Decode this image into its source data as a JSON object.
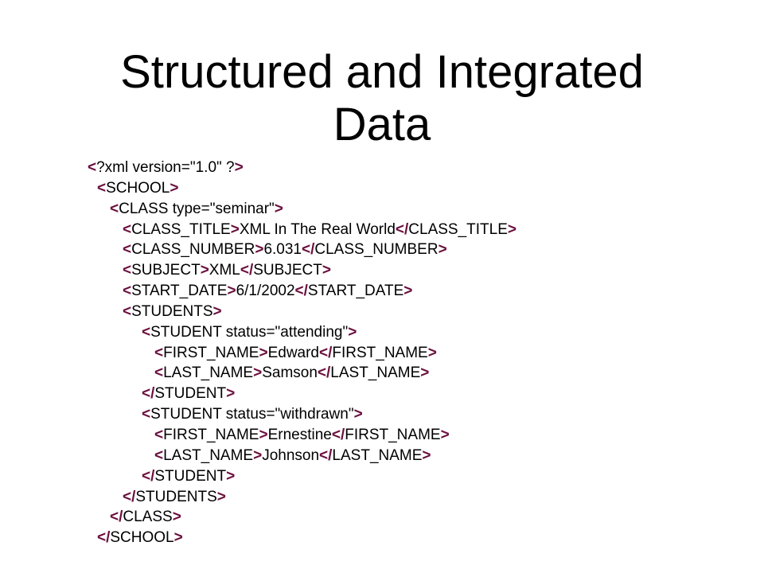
{
  "slide": {
    "title_line1": "Structured and Integrated",
    "title_line2": "Data",
    "lines": [
      {
        "indent": 0,
        "parts": [
          {
            "t": "<",
            "k": "tag"
          },
          {
            "t": "?xml version=\"1.0\" ?",
            "k": "txt"
          },
          {
            "t": ">",
            "k": "tag"
          }
        ]
      },
      {
        "indent": 1,
        "parts": [
          {
            "t": "<",
            "k": "tag"
          },
          {
            "t": "SCHOOL",
            "k": "txt"
          },
          {
            "t": ">",
            "k": "tag"
          }
        ]
      },
      {
        "indent": 2,
        "parts": [
          {
            "t": "<",
            "k": "tag"
          },
          {
            "t": "CLASS type=\"seminar\"",
            "k": "txt"
          },
          {
            "t": ">",
            "k": "tag"
          }
        ]
      },
      {
        "indent": 3,
        "parts": [
          {
            "t": "<",
            "k": "tag"
          },
          {
            "t": "CLASS_TITLE",
            "k": "txt"
          },
          {
            "t": ">",
            "k": "tag"
          },
          {
            "t": "XML In The Real World",
            "k": "txt"
          },
          {
            "t": "</",
            "k": "tag"
          },
          {
            "t": "CLASS_TITLE",
            "k": "txt"
          },
          {
            "t": ">",
            "k": "tag"
          }
        ]
      },
      {
        "indent": 3,
        "parts": [
          {
            "t": "<",
            "k": "tag"
          },
          {
            "t": "CLASS_NUMBER",
            "k": "txt"
          },
          {
            "t": ">",
            "k": "tag"
          },
          {
            "t": "6.031",
            "k": "txt"
          },
          {
            "t": "</",
            "k": "tag"
          },
          {
            "t": "CLASS_NUMBER",
            "k": "txt"
          },
          {
            "t": ">",
            "k": "tag"
          }
        ]
      },
      {
        "indent": 3,
        "parts": [
          {
            "t": "<",
            "k": "tag"
          },
          {
            "t": "SUBJECT",
            "k": "txt"
          },
          {
            "t": ">",
            "k": "tag"
          },
          {
            "t": "XML",
            "k": "txt"
          },
          {
            "t": "</",
            "k": "tag"
          },
          {
            "t": "SUBJECT",
            "k": "txt"
          },
          {
            "t": ">",
            "k": "tag"
          }
        ]
      },
      {
        "indent": 3,
        "parts": [
          {
            "t": "<",
            "k": "tag"
          },
          {
            "t": "START_DATE",
            "k": "txt"
          },
          {
            "t": ">",
            "k": "tag"
          },
          {
            "t": "6/1/2002",
            "k": "txt"
          },
          {
            "t": "</",
            "k": "tag"
          },
          {
            "t": "START_DATE",
            "k": "txt"
          },
          {
            "t": ">",
            "k": "tag"
          }
        ]
      },
      {
        "indent": 3,
        "parts": [
          {
            "t": "<",
            "k": "tag"
          },
          {
            "t": "STUDENTS",
            "k": "txt"
          },
          {
            "t": ">",
            "k": "tag"
          }
        ]
      },
      {
        "indent": 4,
        "parts": [
          {
            "t": "<",
            "k": "tag"
          },
          {
            "t": "STUDENT status=\"attending\"",
            "k": "txt"
          },
          {
            "t": ">",
            "k": "tag"
          }
        ]
      },
      {
        "indent": 5,
        "parts": [
          {
            "t": "<",
            "k": "tag"
          },
          {
            "t": "FIRST_NAME",
            "k": "txt"
          },
          {
            "t": ">",
            "k": "tag"
          },
          {
            "t": "Edward",
            "k": "txt"
          },
          {
            "t": "</",
            "k": "tag"
          },
          {
            "t": "FIRST_NAME",
            "k": "txt"
          },
          {
            "t": ">",
            "k": "tag"
          }
        ]
      },
      {
        "indent": 5,
        "parts": [
          {
            "t": "<",
            "k": "tag"
          },
          {
            "t": "LAST_NAME",
            "k": "txt"
          },
          {
            "t": ">",
            "k": "tag"
          },
          {
            "t": "Samson",
            "k": "txt"
          },
          {
            "t": "</",
            "k": "tag"
          },
          {
            "t": "LAST_NAME",
            "k": "txt"
          },
          {
            "t": ">",
            "k": "tag"
          }
        ]
      },
      {
        "indent": 4,
        "parts": [
          {
            "t": "</",
            "k": "tag"
          },
          {
            "t": "STUDENT",
            "k": "txt"
          },
          {
            "t": ">",
            "k": "tag"
          }
        ]
      },
      {
        "indent": 4,
        "parts": [
          {
            "t": "<",
            "k": "tag"
          },
          {
            "t": "STUDENT status=\"withdrawn\"",
            "k": "txt"
          },
          {
            "t": ">",
            "k": "tag"
          }
        ]
      },
      {
        "indent": 5,
        "parts": [
          {
            "t": "<",
            "k": "tag"
          },
          {
            "t": "FIRST_NAME",
            "k": "txt"
          },
          {
            "t": ">",
            "k": "tag"
          },
          {
            "t": "Ernestine",
            "k": "txt"
          },
          {
            "t": "</",
            "k": "tag"
          },
          {
            "t": "FIRST_NAME",
            "k": "txt"
          },
          {
            "t": ">",
            "k": "tag"
          }
        ]
      },
      {
        "indent": 5,
        "parts": [
          {
            "t": "<",
            "k": "tag"
          },
          {
            "t": "LAST_NAME",
            "k": "txt"
          },
          {
            "t": ">",
            "k": "tag"
          },
          {
            "t": "Johnson",
            "k": "txt"
          },
          {
            "t": "</",
            "k": "tag"
          },
          {
            "t": "LAST_NAME",
            "k": "txt"
          },
          {
            "t": ">",
            "k": "tag"
          }
        ]
      },
      {
        "indent": 4,
        "parts": [
          {
            "t": "</",
            "k": "tag"
          },
          {
            "t": "STUDENT",
            "k": "txt"
          },
          {
            "t": ">",
            "k": "tag"
          }
        ]
      },
      {
        "indent": 3,
        "parts": [
          {
            "t": "</",
            "k": "tag"
          },
          {
            "t": "STUDENTS",
            "k": "txt"
          },
          {
            "t": ">",
            "k": "tag"
          }
        ]
      },
      {
        "indent": 2,
        "parts": [
          {
            "t": "</",
            "k": "tag"
          },
          {
            "t": "CLASS",
            "k": "txt"
          },
          {
            "t": ">",
            "k": "tag"
          }
        ]
      },
      {
        "indent": 1,
        "parts": [
          {
            "t": "</",
            "k": "tag"
          },
          {
            "t": "SCHOOL",
            "k": "txt"
          },
          {
            "t": ">",
            "k": "tag"
          }
        ]
      }
    ]
  },
  "colors": {
    "tag_bracket": "#6b0f3e",
    "text": "#000000",
    "background": "#ffffff"
  }
}
